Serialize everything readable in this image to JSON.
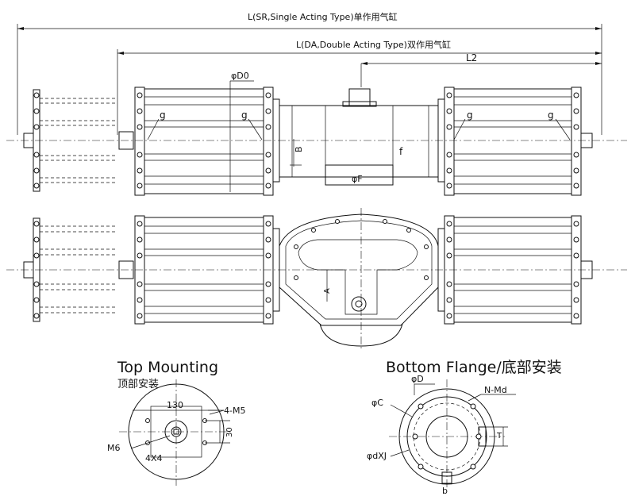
{
  "labels": {
    "L_SR": "L(SR,Single Acting Type)单作用气缸",
    "L_DA": "L(DA,Double Acting Type)双作用气缸",
    "L2": "L2",
    "phiD0": "φD0",
    "g": "g",
    "B": "B",
    "f": "f",
    "phiF": "φF",
    "A": "A",
    "top_title": "Top Mounting",
    "top_sub": "顶部安装",
    "dim_130": "130",
    "dim_4M5": "4-M5",
    "dim_30": "30",
    "dim_M6": "M6",
    "dim_4X4": "4X4",
    "bottom_title": "Bottom Flange/底部安装",
    "phiD": "φD",
    "NMd": "N-Md",
    "phiC": "φC",
    "T": "T",
    "phidXJ": "φdXJ",
    "b": "b"
  }
}
